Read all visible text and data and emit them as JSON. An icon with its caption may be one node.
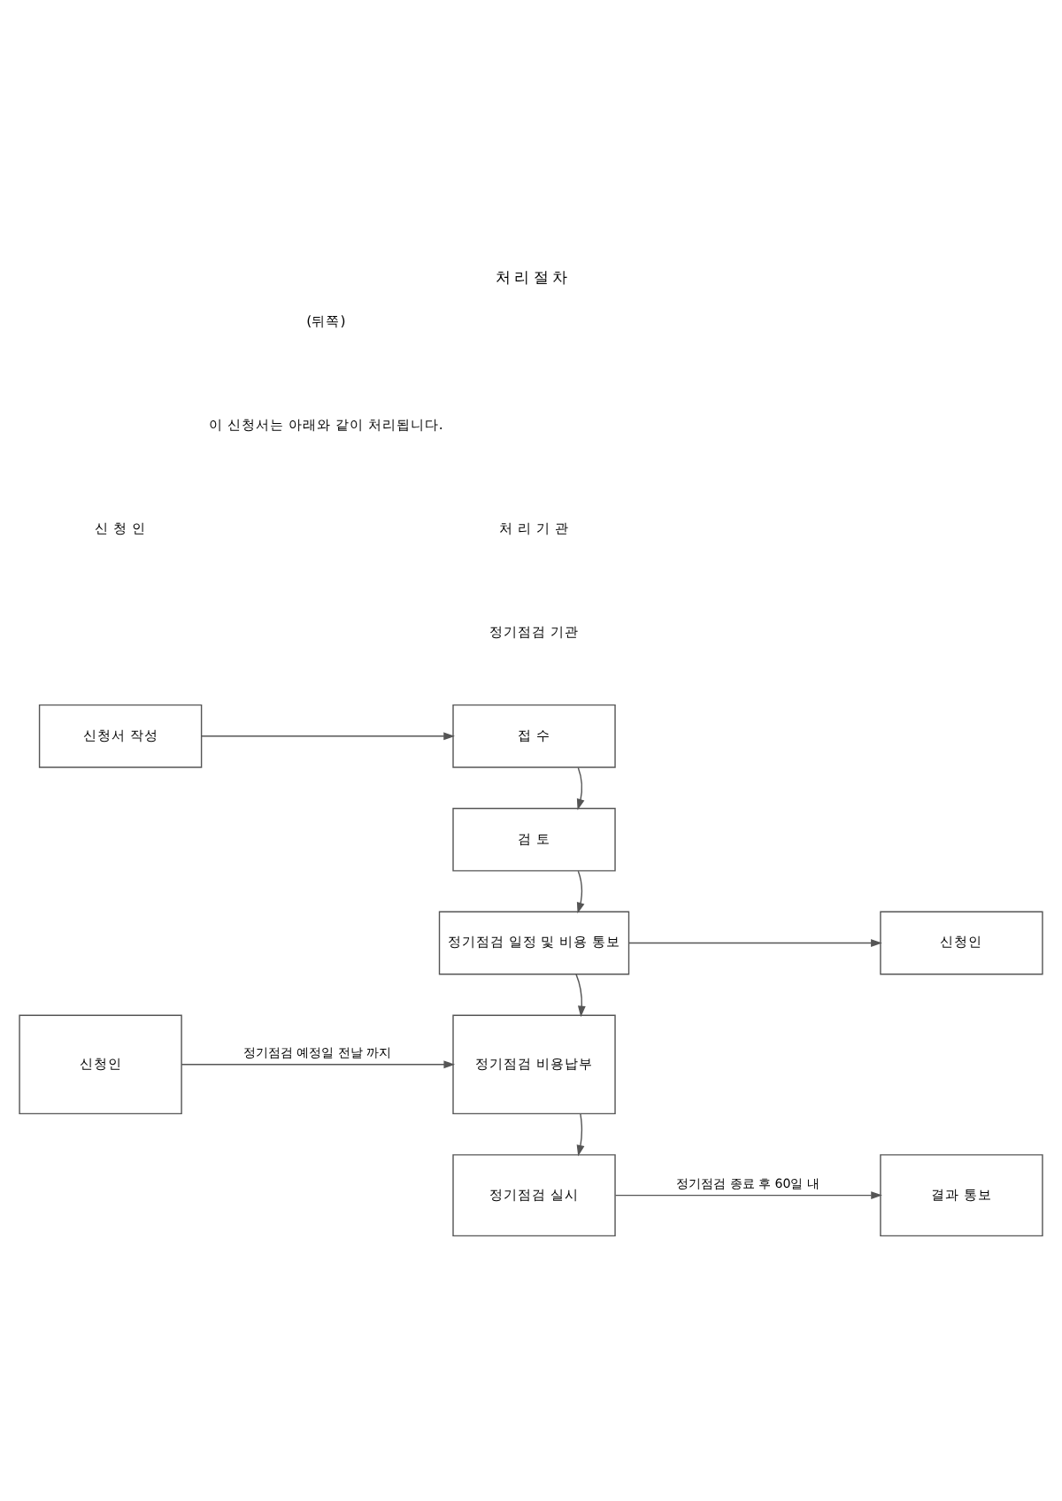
{
  "diagram": {
    "title": "처 리 절 차",
    "nodes": [
      {
        "text": [
          "신청서 작성"
        ]
      },
      {
        "text": [
          "접 수"
        ]
      },
      {
        "text": [
          "검 토"
        ]
      },
      {
        "text": [
          "신청인"
        ]
      },
      {
        "text": [
          "정기점검 일정 및 비용 통보"
        ]
      },
      {
        "text": [
          "신청인"
        ]
      },
      {
        "text": [
          "정기점검 비용납부"
        ]
      },
      {
        "text": [
          "결과 통보"
        ]
      },
      {
        "text": [
          "정기점검 실시"
        ]
      }
    ],
    "edges": [
      {
        "from": 0,
        "to": 1,
        "arrow": "to"
      },
      {
        "from": 1,
        "to": 2,
        "arrow": "to"
      },
      {
        "from": 2,
        "to": 4,
        "arrow": "to"
      },
      {
        "from": 4,
        "to": 3,
        "arrow": "to"
      },
      {
        "from": 4,
        "to": 6,
        "arrow": "to"
      },
      {
        "from": 5,
        "to": 6,
        "arrow": "to",
        "label": "정기점검 예정일 전날 까지"
      },
      {
        "from": 6,
        "to": 8,
        "arrow": "to"
      },
      {
        "from": 8,
        "to": 7,
        "arrow": "to",
        "label": "정기점검 종료 후 60일 내"
      }
    ],
    "labels": [
      "(뒤쪽)",
      "이 신청서는 아래와 같이 처리됩니다.",
      "신 청 인",
      "처 리 기 관",
      "정기점검 기관"
    ]
  }
}
